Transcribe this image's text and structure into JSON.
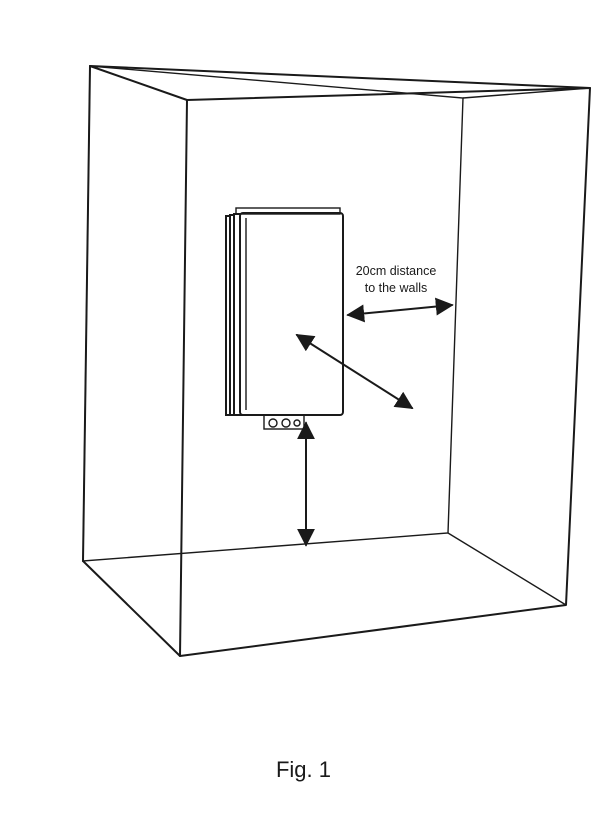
{
  "figure": {
    "distance_label_line1": "20cm distance",
    "distance_label_line2": "to the walls",
    "caption": "Fig. 1"
  },
  "colors": {
    "stroke": "#1a1a1a",
    "background": "#ffffff"
  }
}
